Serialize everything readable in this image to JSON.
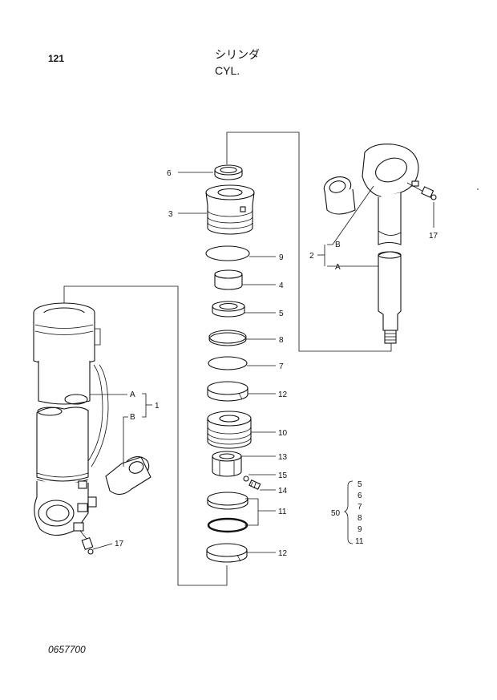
{
  "header": {
    "page_number": "121",
    "title_jp": "シリンダ",
    "title_en": "CYL."
  },
  "footer": {
    "doc_code": "0657700"
  },
  "callouts": {
    "c6": "6",
    "c3": "3",
    "c9": "9",
    "c4": "4",
    "c5": "5",
    "c8": "8",
    "c7": "7",
    "c12a": "12",
    "c10": "10",
    "c13": "13",
    "c15": "15",
    "c14": "14",
    "c11": "11",
    "c12b": "12",
    "c17a": "17",
    "c17b": "17",
    "c2": "2",
    "c1": "1",
    "rodB": "B",
    "rodA": "A",
    "tubeA": "A",
    "tubeB": "B"
  },
  "kit": {
    "number": "50",
    "items": [
      "5",
      "6",
      "7",
      "8",
      "9",
      "11"
    ]
  }
}
